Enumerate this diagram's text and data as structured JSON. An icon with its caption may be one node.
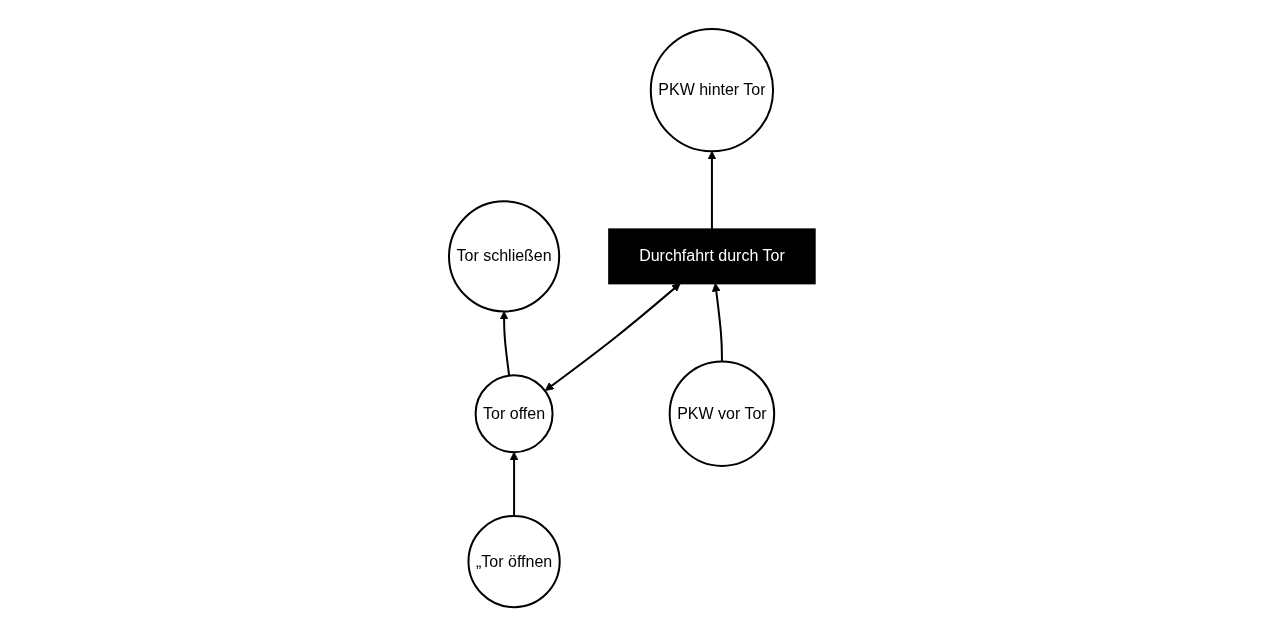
{
  "diagram": {
    "nodes": [
      {
        "text": [
          "Tor schließen"
        ]
      },
      {
        "text": [
          "Tor offen"
        ]
      },
      {
        "text": [
          "„Tor öffnen"
        ]
      },
      {
        "text": [
          "PKW vor Tor"
        ]
      },
      {
        "text": [
          "Durchfahrt durch Tor"
        ]
      },
      {
        "text": [
          "PKW hinter Tor"
        ]
      }
    ],
    "edges": [
      {
        "from": 2,
        "to": 1,
        "arrow": "to"
      },
      {
        "from": 1,
        "to": 0,
        "arrow": "to"
      },
      {
        "from": 1,
        "to": 4,
        "arrow": "both"
      },
      {
        "from": 3,
        "to": 4,
        "arrow": "to"
      },
      {
        "from": 4,
        "to": 5,
        "arrow": "to"
      }
    ]
  }
}
